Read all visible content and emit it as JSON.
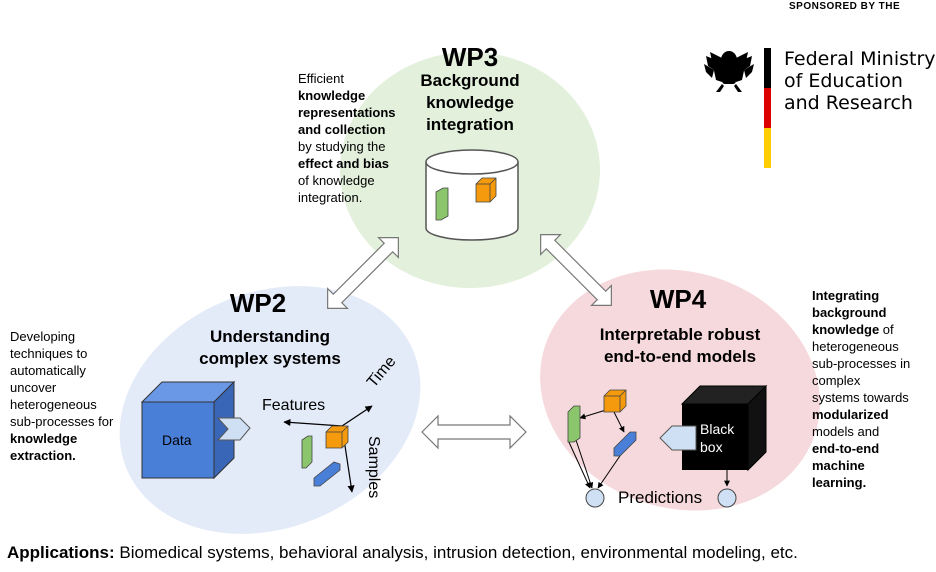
{
  "sponsor": {
    "label": "SPONSORED BY THE",
    "ministry_lines": [
      "Federal Ministry",
      "of Education",
      "and Research"
    ]
  },
  "wp3": {
    "title": "WP3",
    "subtitle_lines": [
      "Background",
      "knowledge",
      "integration"
    ],
    "description": [
      {
        "text": "Efficient",
        "bold": false
      },
      {
        "text": "knowledge",
        "bold": true
      },
      {
        "text": "representations",
        "bold": true
      },
      {
        "text": "and collection",
        "bold": true
      },
      {
        "text": "by studying the",
        "bold": false
      },
      {
        "text": "effect and bias",
        "bold": true
      },
      {
        "text": "of knowledge",
        "bold": false
      },
      {
        "text": "integration.",
        "bold": false
      }
    ]
  },
  "wp2": {
    "title": "WP2",
    "subtitle_lines": [
      "Understanding",
      "complex systems"
    ],
    "description": [
      {
        "text": "Developing",
        "bold": false
      },
      {
        "text": "techniques to",
        "bold": false
      },
      {
        "text": "automatically",
        "bold": false
      },
      {
        "text": "uncover",
        "bold": false
      },
      {
        "text": "heterogeneous",
        "bold": false
      },
      {
        "text": "sub-processes for",
        "bold": false
      },
      {
        "text": "knowledge",
        "bold": true
      },
      {
        "text": "extraction.",
        "bold": true
      }
    ],
    "data_label": "Data",
    "features_label": "Features",
    "time_label": "Time",
    "samples_label": "Samples"
  },
  "wp4": {
    "title": "WP4",
    "subtitle_lines": [
      "Interpretable robust",
      "end-to-end models"
    ],
    "description": [
      {
        "text": "Integrating",
        "bold": true
      },
      {
        "text": "background",
        "bold": true
      },
      {
        "text": "knowledge of",
        "bold": "partial",
        "bold_part": "knowledge",
        "rest": " of"
      },
      {
        "text": "heterogeneous",
        "bold": false
      },
      {
        "text": "sub-processes in",
        "bold": false
      },
      {
        "text": "complex",
        "bold": false
      },
      {
        "text": "systems towards",
        "bold": false
      },
      {
        "text": "modularized",
        "bold": true
      },
      {
        "text": "models and",
        "bold": false
      },
      {
        "text": "end-to-end",
        "bold": true
      },
      {
        "text": "machine",
        "bold": true
      },
      {
        "text": "learning.",
        "bold": true
      }
    ],
    "blackbox_lines": [
      "Black",
      "box"
    ],
    "predictions_label": "Predictions"
  },
  "applications": {
    "label": "Applications:",
    "text": " Biomedical systems, behavioral analysis, intrusion detection, environmental modeling, etc."
  },
  "colors": {
    "wp3_circle": "#e3f0dc",
    "wp2_circle": "#e3eaf8",
    "wp4_circle": "#f6d9dc",
    "cube_blue": "#4a7fd8",
    "cube_orange": "#f59a0c",
    "cube_green": "#8cc66c",
    "cube_small_blue": "#4a7fd8",
    "black_box": "#000000",
    "flag_black": "#000000",
    "flag_red": "#dd0000",
    "flag_gold": "#ffce00"
  }
}
